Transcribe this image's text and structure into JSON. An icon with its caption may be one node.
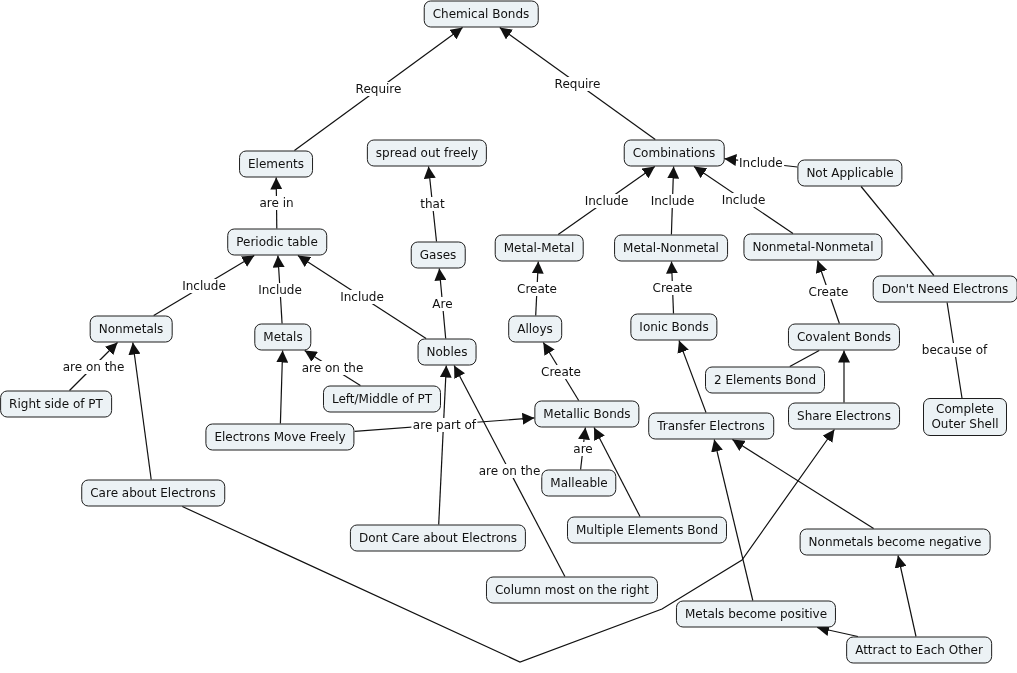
{
  "diagram": {
    "nodes": [
      {
        "text": [
          "Chemical Bonds"
        ]
      },
      {
        "text": [
          "Elements"
        ]
      },
      {
        "text": [
          "spread out freely"
        ]
      },
      {
        "text": [
          "Combinations"
        ]
      },
      {
        "text": [
          "Not Applicable"
        ]
      },
      {
        "text": [
          "Periodic table"
        ]
      },
      {
        "text": [
          "Gases"
        ]
      },
      {
        "text": [
          "Metal-Metal"
        ]
      },
      {
        "text": [
          "Metal-Nonmetal"
        ]
      },
      {
        "text": [
          "Nonmetal-Nonmetal"
        ]
      },
      {
        "text": [
          "Nonmetals"
        ]
      },
      {
        "text": [
          "Metals"
        ]
      },
      {
        "text": [
          "Nobles"
        ]
      },
      {
        "text": [
          "Don't Need Electrons"
        ]
      },
      {
        "text": [
          "Alloys"
        ]
      },
      {
        "text": [
          "Ionic Bonds"
        ]
      },
      {
        "text": [
          "Covalent Bonds"
        ]
      },
      {
        "text": [
          "2 Elements Bond"
        ]
      },
      {
        "text": [
          "Right side of PT"
        ]
      },
      {
        "text": [
          "Left/Middle of PT"
        ]
      },
      {
        "text": [
          "Electrons Move Freely"
        ]
      },
      {
        "text": [
          "Metallic Bonds"
        ]
      },
      {
        "text": [
          "Transfer Electrons"
        ]
      },
      {
        "text": [
          "Share Electrons"
        ]
      },
      {
        "text": [
          "Complete Outer Shell"
        ]
      },
      {
        "text": [
          "Malleable"
        ]
      },
      {
        "text": [
          "Care about Electrons"
        ]
      },
      {
        "text": [
          "Dont Care about Electrons"
        ]
      },
      {
        "text": [
          "Multiple Elements Bond"
        ]
      },
      {
        "text": [
          "Nonmetals become negative"
        ]
      },
      {
        "text": [
          "Column most on the right"
        ]
      },
      {
        "text": [
          "Metals become positive"
        ]
      },
      {
        "text": [
          "Attract to Each Other"
        ]
      }
    ],
    "edges": [
      {
        "from": 3,
        "to": 0,
        "arrow": "to",
        "label": "Require"
      },
      {
        "from": 1,
        "to": 0,
        "arrow": "to",
        "label": "Require"
      },
      {
        "from": 5,
        "to": 1,
        "arrow": "to",
        "label": "are in"
      },
      {
        "from": 6,
        "to": 2,
        "arrow": "to",
        "label": "that"
      },
      {
        "from": 4,
        "to": 3,
        "arrow": "to",
        "label": "Include"
      },
      {
        "from": 7,
        "to": 3,
        "arrow": "to",
        "label": "Include"
      },
      {
        "from": 8,
        "to": 3,
        "arrow": "to",
        "label": "Include"
      },
      {
        "from": 9,
        "to": 3,
        "arrow": "to",
        "label": "Include"
      },
      {
        "from": 10,
        "to": 5,
        "arrow": "to",
        "label": "Include"
      },
      {
        "from": 11,
        "to": 5,
        "arrow": "to",
        "label": "Include"
      },
      {
        "from": 12,
        "to": 5,
        "arrow": "to",
        "label": "Include"
      },
      {
        "from": 12,
        "to": 6,
        "arrow": "to",
        "label": "Are"
      },
      {
        "from": 14,
        "to": 7,
        "arrow": "to",
        "label": "Create"
      },
      {
        "from": 15,
        "to": 8,
        "arrow": "to",
        "label": "Create"
      },
      {
        "from": 16,
        "to": 9,
        "arrow": "to",
        "label": "Create"
      },
      {
        "from": 13,
        "to": 4,
        "arrow": "none"
      },
      {
        "from": 13,
        "to": 24,
        "arrow": "none",
        "label": "because of"
      },
      {
        "from": 18,
        "to": 10,
        "arrow": "to",
        "label": "are on the"
      },
      {
        "from": 19,
        "to": 11,
        "arrow": "to",
        "label": "are on the"
      },
      {
        "from": 26,
        "to": 10,
        "arrow": "to"
      },
      {
        "from": 20,
        "to": 11,
        "arrow": "to"
      },
      {
        "from": 20,
        "to": 21,
        "arrow": "to",
        "label": "are part of"
      },
      {
        "from": 25,
        "to": 21,
        "arrow": "to",
        "label": "are"
      },
      {
        "from": 28,
        "to": 21,
        "arrow": "to"
      },
      {
        "from": 21,
        "to": 14,
        "arrow": "to",
        "label": "Create"
      },
      {
        "from": 22,
        "to": 15,
        "arrow": "to"
      },
      {
        "from": 17,
        "to": 16,
        "arrow": "none"
      },
      {
        "from": 23,
        "to": 16,
        "arrow": "to"
      },
      {
        "from": 27,
        "to": 12,
        "arrow": "to"
      },
      {
        "from": 30,
        "to": 12,
        "arrow": "to",
        "label": "are on the"
      },
      {
        "from": 26,
        "to": 23,
        "arrow": "to"
      },
      {
        "from": 31,
        "to": 22,
        "arrow": "to"
      },
      {
        "from": 29,
        "to": 22,
        "arrow": "to"
      },
      {
        "from": 32,
        "to": 31,
        "arrow": "to"
      },
      {
        "from": 32,
        "to": 29,
        "arrow": "to"
      }
    ]
  }
}
